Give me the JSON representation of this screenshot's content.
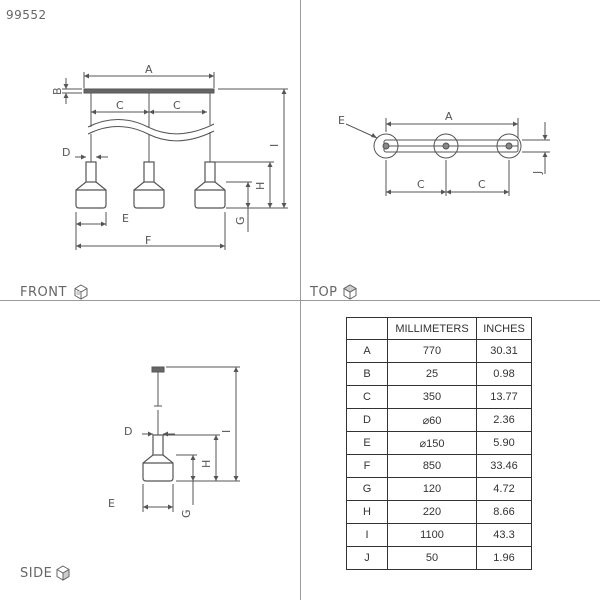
{
  "product_code": "99552",
  "views": {
    "front": {
      "label": "FRONT",
      "icon": "cube-front-icon"
    },
    "top": {
      "label": "TOP",
      "icon": "cube-top-icon"
    },
    "side": {
      "label": "SIDE",
      "icon": "cube-side-icon"
    }
  },
  "front_labels": {
    "a": "A",
    "b": "B",
    "c1": "C",
    "c2": "C",
    "d": "D",
    "e": "E",
    "f": "F",
    "g": "G",
    "h": "H",
    "i": "I"
  },
  "top_labels": {
    "a": "A",
    "c1": "C",
    "c2": "C",
    "e": "E",
    "j": "J"
  },
  "side_labels": {
    "d": "D",
    "e": "E",
    "g": "G",
    "h": "H",
    "i": "I"
  },
  "table": {
    "headers": [
      "",
      "MILLIMETERS",
      "INCHES"
    ],
    "rows": [
      {
        "key": "A",
        "mm": "770",
        "in": "30.31"
      },
      {
        "key": "B",
        "mm": "25",
        "in": "0.98"
      },
      {
        "key": "C",
        "mm": "350",
        "in": "13.77"
      },
      {
        "key": "D",
        "mm": "⌀60",
        "in": "2.36"
      },
      {
        "key": "E",
        "mm": "⌀150",
        "in": "5.90"
      },
      {
        "key": "F",
        "mm": "850",
        "in": "33.46"
      },
      {
        "key": "G",
        "mm": "120",
        "in": "4.72"
      },
      {
        "key": "H",
        "mm": "220",
        "in": "8.66"
      },
      {
        "key": "I",
        "mm": "1100",
        "in": "43.3"
      },
      {
        "key": "J",
        "mm": "50",
        "in": "1.96"
      }
    ]
  }
}
